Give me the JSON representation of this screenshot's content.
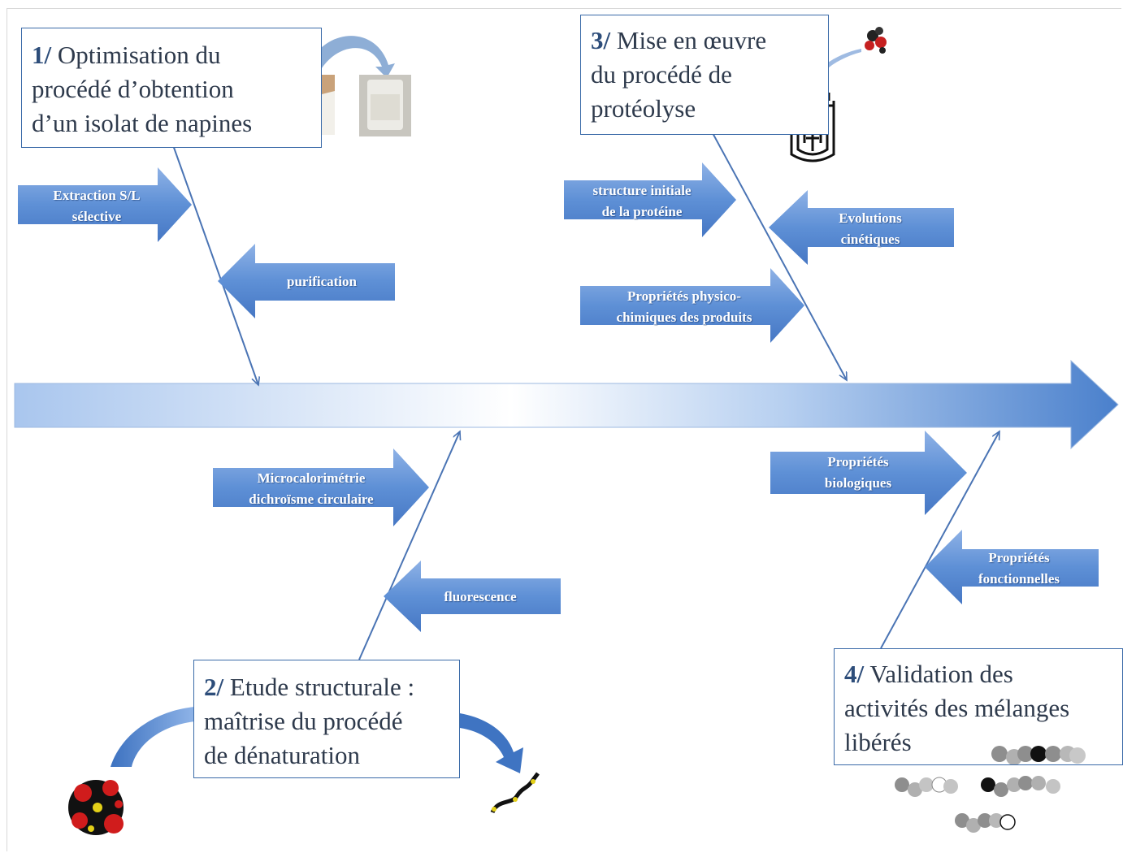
{
  "boxes": {
    "step1": {
      "num": "1/",
      "line1": " Optimisation du",
      "line2": "procédé d’obtention",
      "line3": "d’un isolat de napines"
    },
    "step2": {
      "num": "2/",
      "line1": " Etude structurale :",
      "line2": "maîtrise du procédé",
      "line3": "de dénaturation"
    },
    "step3": {
      "num": "3/",
      "line1": " Mise en œuvre",
      "line2": "du procédé de",
      "line3": "protéolyse"
    },
    "step4": {
      "num": "4/",
      "line1": " Validation des",
      "line2": "activités des mélanges",
      "line3": "libérés"
    }
  },
  "arrows": {
    "extraction": {
      "line1": "Extraction S/L",
      "line2": "sélective"
    },
    "purification": {
      "line1": "purification"
    },
    "structure": {
      "line1": "structure initiale",
      "line2": "de la protéine"
    },
    "evolutions": {
      "line1": "Evolutions",
      "line2": "cinétiques"
    },
    "physico": {
      "line1": "Propriétés physico-",
      "line2": "chimiques des produits"
    },
    "microcal": {
      "line1": "Microcalorimétrie",
      "line2": "dichroïsme circulaire"
    },
    "fluorescence": {
      "line1": "fluorescence"
    },
    "biologiques": {
      "line1": "Propriétés",
      "line2": "biologiques"
    },
    "fonctionnelles": {
      "line1": "Propriétés",
      "line2": "fonctionnelles"
    }
  },
  "colors": {
    "arrow_light": "#a8c4ec",
    "arrow_dark": "#4a80cc",
    "line": "#4a74b4",
    "box_border": "#3a6aa8"
  }
}
